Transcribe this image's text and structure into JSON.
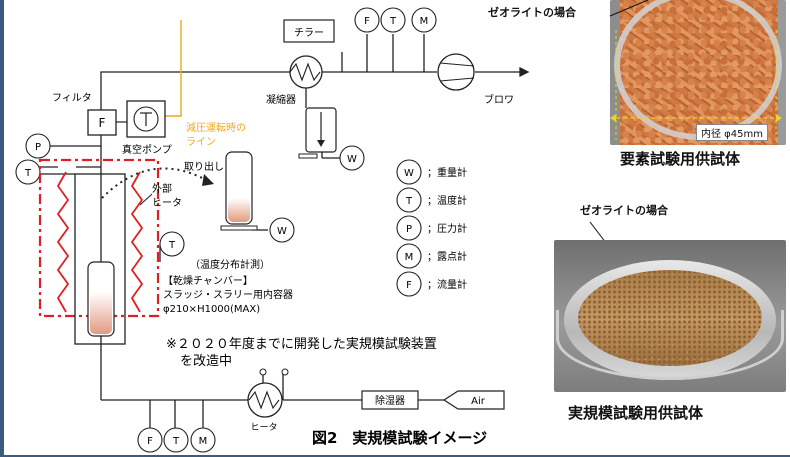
{
  "photos": {
    "element_sample": {
      "caption": "要素試験用供試体",
      "annotation": "ゼオライトの場合",
      "inner_diameter": "内径 φ45mm"
    },
    "full_scale_sample": {
      "caption": "実規模試験用供試体",
      "annotation": "ゼオライトの場合"
    }
  },
  "figure_caption": "図2　実規模試験イメージ",
  "diagram": {
    "chiller": "チラー",
    "condenser": "凝縮器",
    "blower": "ブロワ",
    "filter": "フィルタ",
    "filter_symbol": "F",
    "vacuum_pump": "真空ポンプ",
    "reduced_pressure_line_1": "減圧運転時の",
    "reduced_pressure_line_2": "ライン",
    "take_out": "取り出し",
    "external_heater_1": "外部",
    "external_heater_2": "ヒータ",
    "temp_distribution": "（温度分布計測）",
    "chamber_title": "【乾燥チャンバー】",
    "chamber_desc": "スラッジ・スラリー用内容器",
    "chamber_size": "φ210×H1000(MAX)",
    "note_line_1": "※２０２０年度までに開発した実規模試験装置",
    "note_line_2": "を改造中",
    "heater": "ヒータ",
    "dehumidifier": "除湿器",
    "air": "Air",
    "inst_F": "F",
    "inst_T": "T",
    "inst_M": "M",
    "inst_P": "P",
    "inst_W": "W"
  },
  "legend": [
    {
      "symbol": "W",
      "label": "；重量計"
    },
    {
      "symbol": "T",
      "label": "；温度計"
    },
    {
      "symbol": "P",
      "label": "；圧力計"
    },
    {
      "symbol": "M",
      "label": "；露点計"
    },
    {
      "symbol": "F",
      "label": "；流量計"
    }
  ],
  "colors": {
    "accent_line": "#f2a81d",
    "heater_red": "#e02020",
    "frame": "#3d5a80"
  }
}
